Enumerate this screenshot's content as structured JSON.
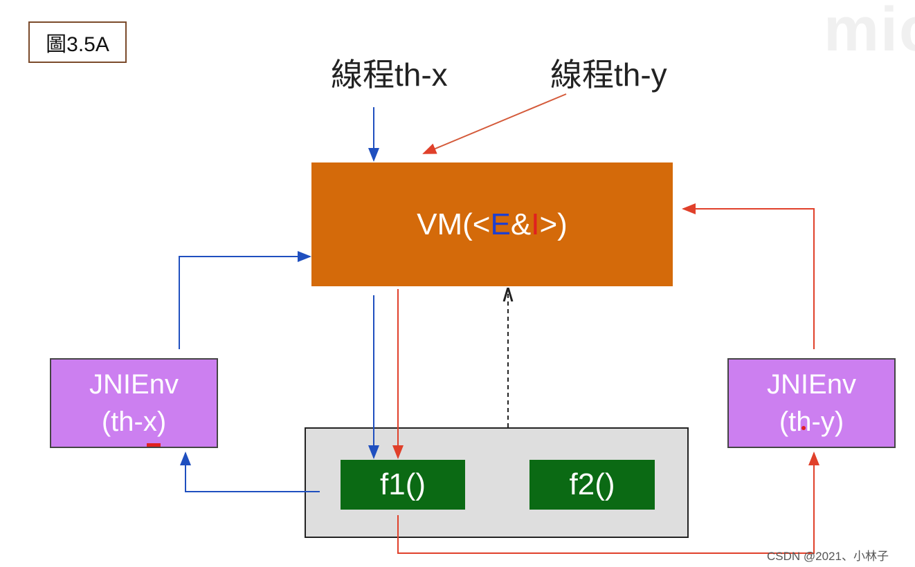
{
  "figure_label": "圖3.5A",
  "threads": {
    "x_label": "線程th-x",
    "y_label": "線程th-y"
  },
  "vm": {
    "prefix": "VM(<",
    "e": "E",
    "amp": "&",
    "i": "I",
    "suffix": ">)"
  },
  "jni_left": {
    "line1": "JNIEnv",
    "line2": "(th-x)"
  },
  "jni_right": {
    "line1": "JNIEnv",
    "line2": "(th-y)"
  },
  "functions": {
    "f1": "f1()",
    "f2": "f2()"
  },
  "watermark": "mic",
  "credit": "CSDN @2021、小林子",
  "colors": {
    "vm": "#d46a0a",
    "jni": "#cc7ff0",
    "func": "#0b6a14",
    "thread_x_arrow": "#1f4fbf",
    "thread_y_arrow": "#e0402a"
  }
}
